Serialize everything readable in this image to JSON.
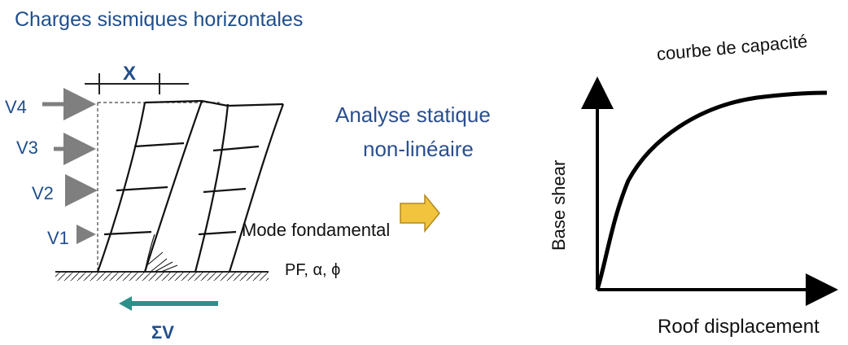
{
  "title": "Charges sismiques horizontales",
  "analysis": {
    "line1": "Analyse statique",
    "line2": "non-linéaire"
  },
  "frame": {
    "x_label": "X",
    "loads": [
      "V4",
      "V3",
      "V2",
      "V1"
    ],
    "base_shear_sum": "ΣV"
  },
  "mode": {
    "label": "Mode fondamental",
    "params": "PF, α, ϕ"
  },
  "capacity": {
    "curve_label": "courbe de capacité",
    "y_label": "Base shear",
    "x_label": "Roof displacement"
  },
  "colors": {
    "text_blue": "#1f4e8c",
    "arrow_grey": "#7f7f7f",
    "arrow_teal": "#2f8f8a",
    "arrow_yellow": "#f2c33c",
    "ink": "#111111"
  }
}
